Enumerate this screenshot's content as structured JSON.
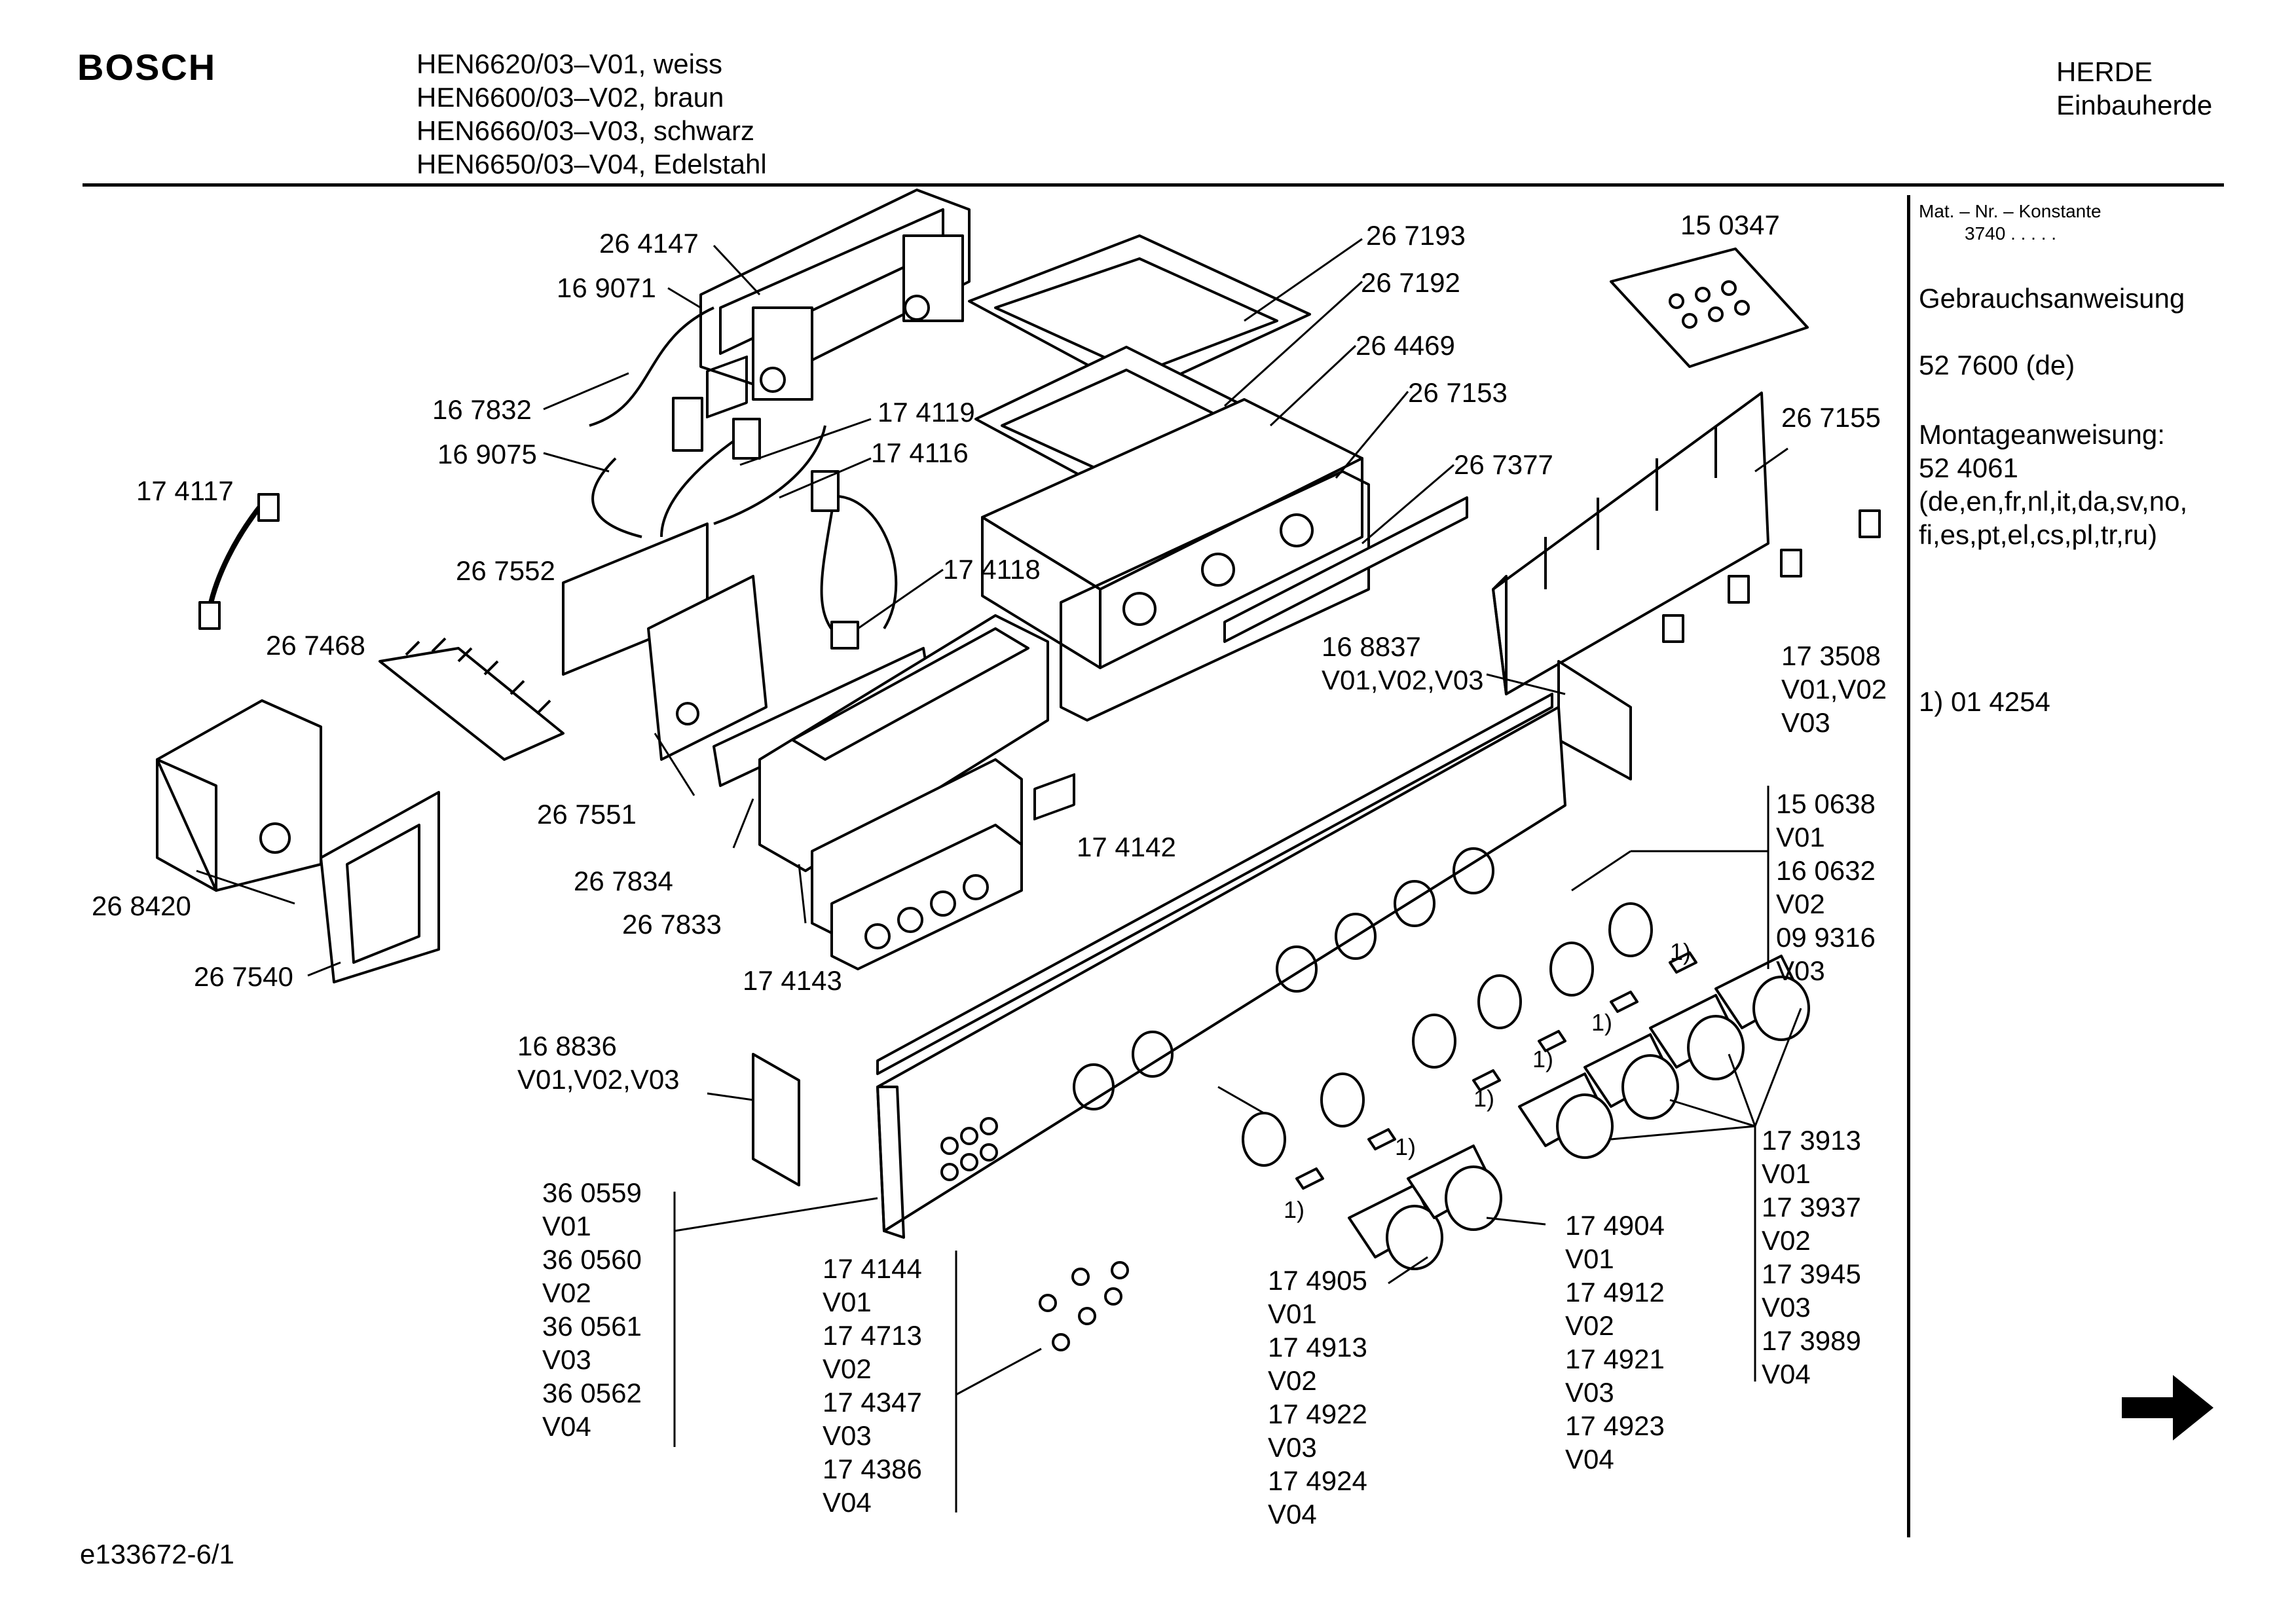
{
  "header": {
    "brand": "BOSCH",
    "models": [
      "HEN6620/03–V01, weiss",
      "HEN6600/03–V02, braun",
      "HEN6660/03–V03, schwarz",
      "HEN6650/03–V04, Edelstahl"
    ],
    "category_line1": "HERDE",
    "category_line2": "Einbauherde"
  },
  "sidebar": {
    "mat_nr_label": "Mat. – Nr. – Konstante",
    "mat_nr_value": "3740  .  .  .  .  .",
    "manual_title": "Gebrauchsanweisung",
    "manual_number": "52 7600 (de)",
    "assembly_title": "Montageanweisung:",
    "assembly_number": "52 4061",
    "assembly_langs_1": "(de,en,fr,nl,it,da,sv,no,",
    "assembly_langs_2": "fi,es,pt,el,cs,pl,tr,ru)",
    "footnote": "1) 01 4254"
  },
  "footer": {
    "doc_id": "e133672-6/1"
  },
  "parts": [
    [
      "26 4147"
    ],
    [
      "16 9071"
    ],
    [
      "16 7832"
    ],
    [
      "16 9075"
    ],
    [
      "17 4117"
    ],
    [
      "26 7552"
    ],
    [
      "26 7468"
    ],
    [
      "26 8420"
    ],
    [
      "26 7540"
    ],
    [
      "26 7551"
    ],
    [
      "26 7834"
    ],
    [
      "26 7833"
    ],
    [
      "17 4143"
    ],
    [
      "17 4142"
    ],
    [
      "17 4119"
    ],
    [
      "17 4116"
    ],
    [
      "17 4118"
    ],
    [
      "26 7193"
    ],
    [
      "26 7192"
    ],
    [
      "26 4469"
    ],
    [
      "26 7153"
    ],
    [
      "26 7377"
    ],
    [
      "15 0347"
    ],
    [
      "26 7155"
    ],
    [
      "16 8837",
      "V01,V02,V03"
    ],
    [
      "17 3508",
      "V01,V02",
      "V03"
    ],
    [
      "15 0638",
      "V01",
      "16 0632",
      "V02",
      "09 9316",
      "V03"
    ],
    [
      "16 8836",
      "V01,V02,V03"
    ],
    [
      "36 0559",
      "V01",
      "36 0560",
      "V02",
      "36 0561",
      "V03",
      "36 0562",
      "V04"
    ],
    [
      "17 4144",
      "V01",
      "17 4713",
      "V02",
      "17 4347",
      "V03",
      "17 4386",
      "V04"
    ],
    [
      "17 4905",
      "V01",
      "17 4913",
      "V02",
      "17 4922",
      "V03",
      "17 4924",
      "V04"
    ],
    [
      "17 4904",
      "V01",
      "17 4912",
      "V02",
      "17 4921",
      "V03",
      "17 4923",
      "V04"
    ],
    [
      "17 3913",
      "V01",
      "17 3937",
      "V02",
      "17 3945",
      "V03",
      "17 3989",
      "V04"
    ]
  ],
  "footnote_marks": [
    "1)",
    "1)",
    "1)",
    "1)",
    "1)",
    "1)"
  ]
}
